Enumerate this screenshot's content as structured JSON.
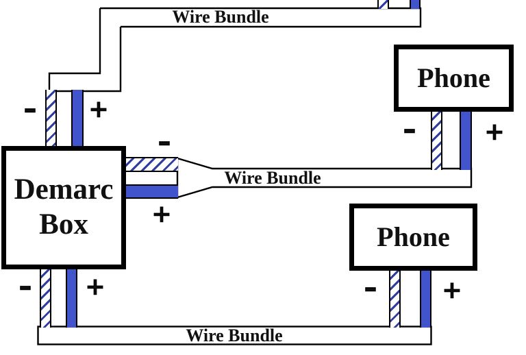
{
  "demarc_box": {
    "line1": "Demarc",
    "line2": "Box"
  },
  "phones": {
    "top": {
      "label": "Phone"
    },
    "bottom": {
      "label": "Phone"
    }
  },
  "wire_bundles": {
    "top": {
      "label": "Wire Bundle"
    },
    "middle": {
      "label": "Wire Bundle"
    },
    "bottom": {
      "label": "Wire Bundle"
    }
  },
  "polarity": {
    "minus": "-",
    "plus": "+"
  },
  "colors": {
    "wire_blue": "#4254cc",
    "wire_stripe_blue": "#2e3da0",
    "line_black": "#000000",
    "background": "#ffffff"
  }
}
